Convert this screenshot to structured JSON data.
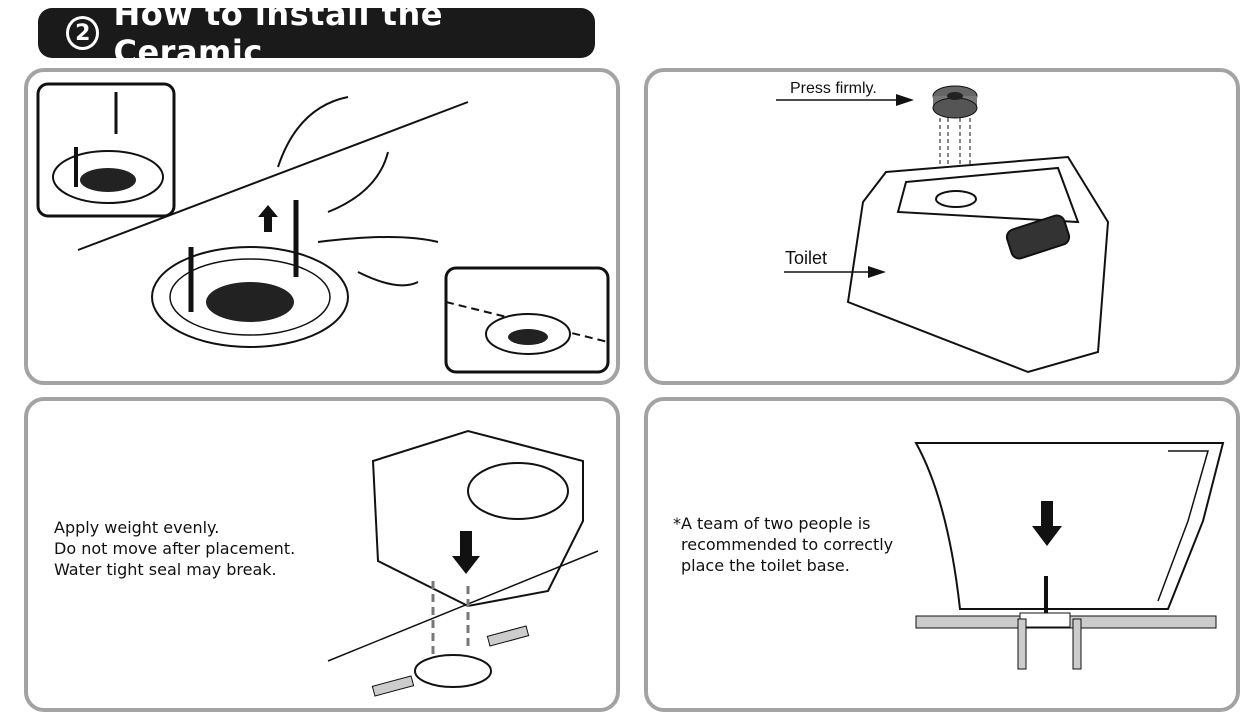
{
  "header": {
    "step_number": "2",
    "title": "How to install the Ceramic"
  },
  "panel_top_right": {
    "press_label": "Press firmly.",
    "toilet_label": "Toilet"
  },
  "panel_bottom_left": {
    "lines": [
      "Apply weight evenly.",
      "Do not move after placement.",
      "Water tight seal may break."
    ]
  },
  "panel_bottom_right": {
    "lines": [
      "*A team of two people is",
      "recommended to correctly",
      "place the toilet base."
    ]
  }
}
